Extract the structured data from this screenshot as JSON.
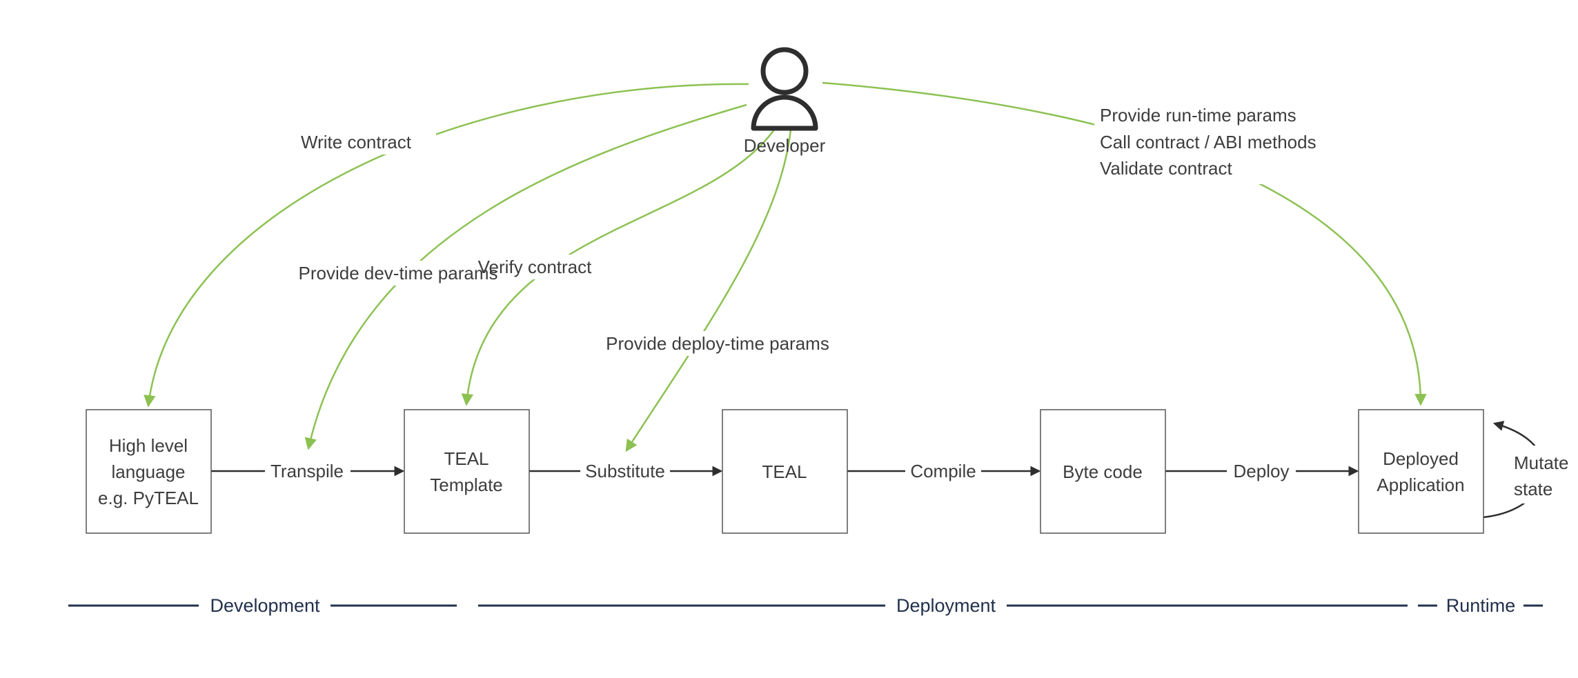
{
  "colors": {
    "green": "#8CC152",
    "ink": "#2e2e2e",
    "box-border": "#555555",
    "label": "#3d3d3d",
    "navy": "#22304c"
  },
  "actor": {
    "label": "Developer"
  },
  "actions": {
    "write": "Write contract",
    "dev_time": "Provide dev-time params",
    "verify": "Verify contract",
    "deploy_time": "Provide deploy-time params",
    "runtime_lines": [
      "Provide run-time params",
      "Call contract / ABI methods",
      "Validate contract"
    ]
  },
  "flow": {
    "boxes": [
      {
        "id": "high-level-language",
        "lines": [
          "High level",
          "language",
          "e.g. PyTEAL"
        ]
      },
      {
        "id": "teal-template",
        "lines": [
          "TEAL",
          "Template"
        ]
      },
      {
        "id": "teal",
        "lines": [
          "TEAL"
        ]
      },
      {
        "id": "byte-code",
        "lines": [
          "Byte code"
        ]
      },
      {
        "id": "deployed-application",
        "lines": [
          "Deployed",
          "Application"
        ]
      }
    ],
    "transitions": [
      "Transpile",
      "Substitute",
      "Compile",
      "Deploy"
    ],
    "self_loop_lines": [
      "Mutate",
      "state"
    ]
  },
  "phases": [
    "Development",
    "Deployment",
    "Runtime"
  ]
}
